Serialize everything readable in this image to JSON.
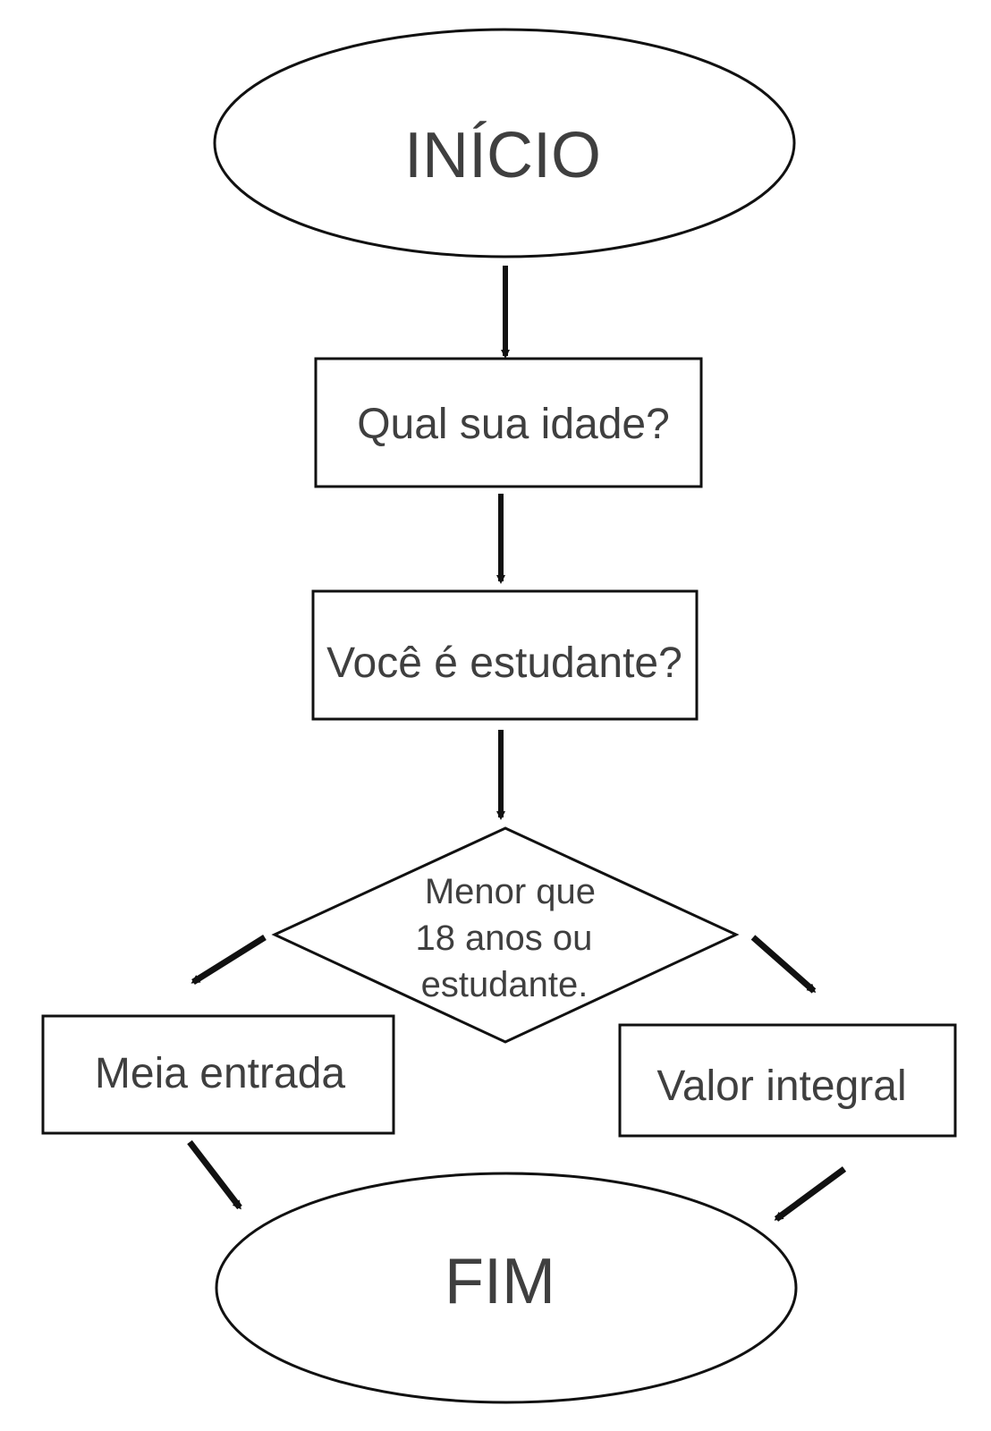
{
  "diagram": {
    "start_label": "INÍCIO",
    "step_age_label": "Qual sua idade?",
    "step_student_label": "Você é estudante?",
    "decision": {
      "lines": [
        "Menor que",
        "18 anos ou",
        "estudante."
      ]
    },
    "left_result_label": "Meia entrada",
    "right_result_label": "Valor integral",
    "end_label": "FIM"
  },
  "colors": {
    "stroke": "#111111",
    "text": "#3f3f3f",
    "background": "#ffffff"
  }
}
